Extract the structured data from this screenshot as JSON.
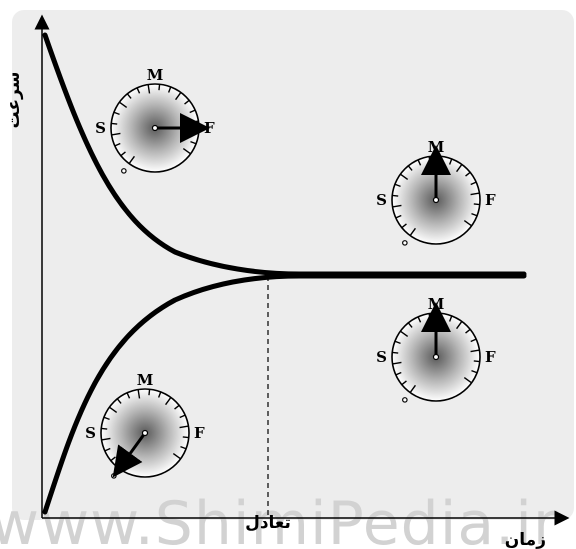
{
  "diagram": {
    "y_axis_label": "سرعت",
    "x_axis_label": "زمان",
    "equilibrium_label": "تعادل",
    "watermark": "www.ShimiPedia.ir",
    "gauges": [
      {
        "id": "top-left",
        "labels": {
          "M": "M",
          "S": "S",
          "F": "F"
        },
        "needle": "F"
      },
      {
        "id": "right-upper",
        "labels": {
          "M": "M",
          "S": "S",
          "F": "F"
        },
        "needle": "M"
      },
      {
        "id": "right-lower",
        "labels": {
          "M": "M",
          "S": "S",
          "F": "F"
        },
        "needle": "M"
      },
      {
        "id": "bottom-left",
        "labels": {
          "M": "M",
          "S": "S",
          "F": "F"
        },
        "needle": "zero"
      }
    ],
    "colors": {
      "panel": "#ededed",
      "curve": "#000000",
      "gauge_center": "#5a5a5a",
      "gauge_edge": "#ffffff",
      "watermark": "#d2d2d2"
    }
  }
}
